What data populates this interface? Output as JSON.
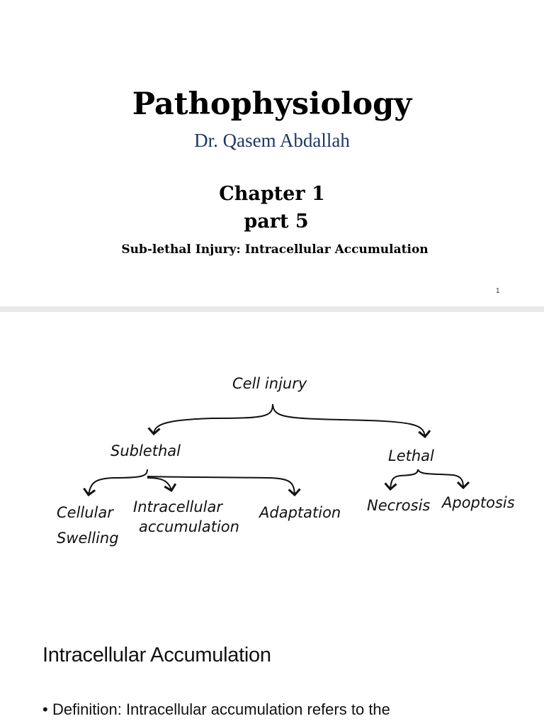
{
  "slide1": {
    "title": "Pathophysiology",
    "author": "Dr. Qasem Abdallah",
    "chapter": "Chapter 1",
    "part": "part 5",
    "subtitle": "Sub-lethal Injury: Intracellular Accumulation",
    "page_number": "1"
  },
  "slide2": {
    "diagram": {
      "root": "Cell injury",
      "branches": [
        {
          "label": "Sublethal",
          "children": [
            "Cellular",
            "Swelling",
            "Intracellular",
            "accumulation",
            "Adaptation"
          ]
        },
        {
          "label": "Lethal",
          "children": [
            "Necrosis",
            "Apoptosis"
          ]
        }
      ]
    },
    "heading": "Intracellular Accumulation",
    "bullet_symbol": "•",
    "bullet_text": "Definition: Intracellular accumulation refers to the"
  }
}
